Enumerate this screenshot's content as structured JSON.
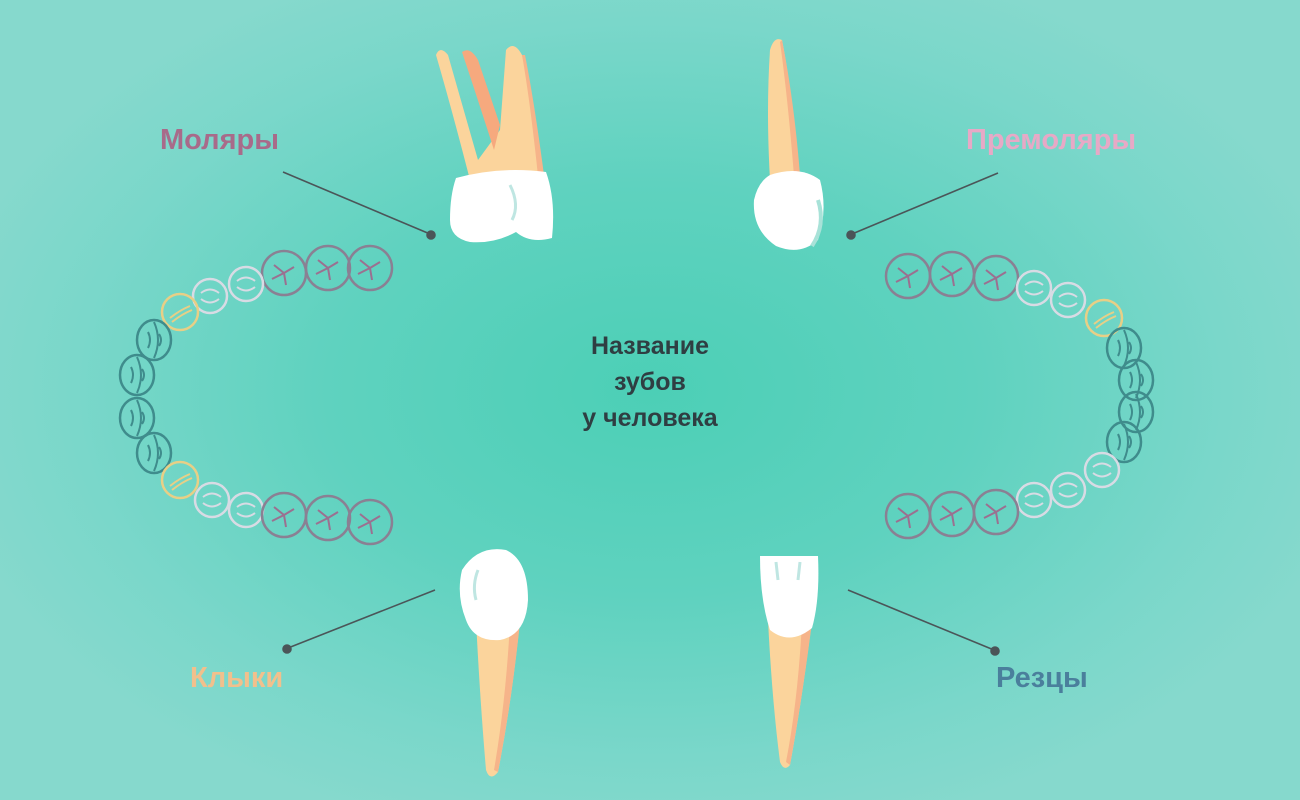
{
  "title": {
    "line1": "Название",
    "line2": "зубов",
    "line3": "у человека"
  },
  "labels": {
    "molars": {
      "text": "Моляры",
      "color": "#a86b8a"
    },
    "premolars": {
      "text": "Премоляры",
      "color": "#e7a9c6"
    },
    "canines": {
      "text": "Клыки",
      "color": "#f1c08c"
    },
    "incisors": {
      "text": "Резцы",
      "color": "#4a7f9c"
    }
  }
}
